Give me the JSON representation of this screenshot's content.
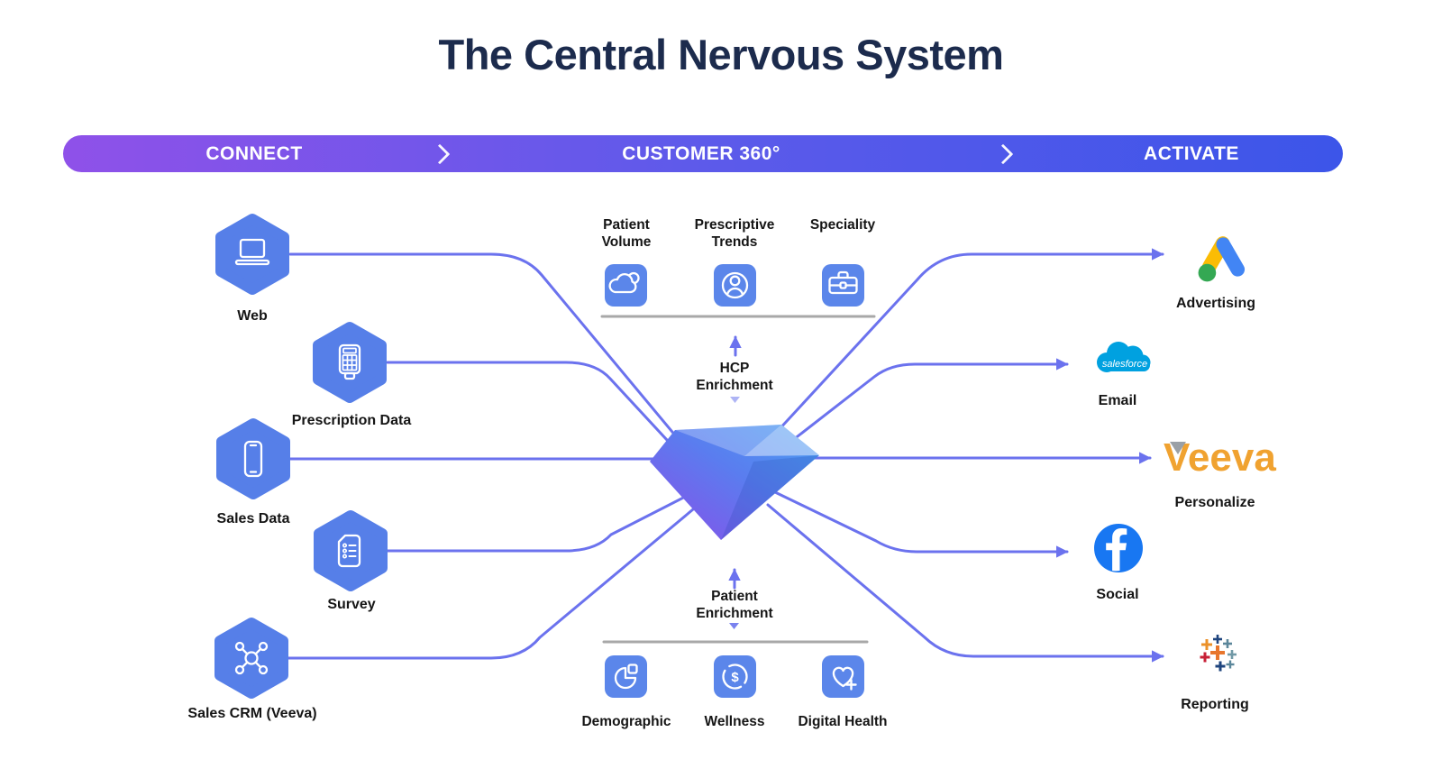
{
  "title": "The Central Nervous System",
  "banner": {
    "stages": [
      {
        "label": "CONNECT"
      },
      {
        "label": "CUSTOMER 360°"
      },
      {
        "label": "ACTIVATE"
      }
    ]
  },
  "connect": {
    "items": [
      {
        "label": "Web",
        "icon": "laptop-icon"
      },
      {
        "label": "Prescription Data",
        "icon": "pos-terminal-icon"
      },
      {
        "label": "Sales Data",
        "icon": "smartphone-icon"
      },
      {
        "label": "Survey",
        "icon": "survey-document-icon"
      },
      {
        "label": "Sales CRM (Veeva)",
        "icon": "network-hub-icon"
      }
    ]
  },
  "customer360": {
    "hcp_enrichment": "HCP Enrichment",
    "patient_enrichment": "Patient Enrichment",
    "hcp_attributes": [
      {
        "label": "Patient Volume",
        "icon": "cloud-icon"
      },
      {
        "label": "Prescriptive Trends",
        "icon": "person-circle-icon"
      },
      {
        "label": "Speciality",
        "icon": "briefcase-icon"
      }
    ],
    "patient_attributes": [
      {
        "label": "Demographic",
        "icon": "pie-chart-icon"
      },
      {
        "label": "Wellness",
        "icon": "dollar-circle-icon"
      },
      {
        "label": "Digital Health",
        "icon": "heart-plus-icon"
      }
    ]
  },
  "activate": {
    "items": [
      {
        "label": "Advertising",
        "icon": "google-ads-logo"
      },
      {
        "label": "Email",
        "icon": "salesforce-logo",
        "logo_text": "salesforce"
      },
      {
        "label": "Personalize",
        "icon": "veeva-logo",
        "logo_text": "Veeva"
      },
      {
        "label": "Social",
        "icon": "facebook-logo"
      },
      {
        "label": "Reporting",
        "icon": "tableau-logo"
      }
    ]
  },
  "colors": {
    "banner_gradient_from": "#8F51E9",
    "banner_gradient_to": "#3C55E9",
    "hexagon_blue": "#567FE8",
    "tile_blue": "#5B86EA",
    "connector_blue": "#6B72EE",
    "title_navy": "#1C2B4D",
    "gem_purple": "#8A4DE8",
    "gem_blue": "#4AA0F2",
    "salesforce_blue": "#00A1E0",
    "facebook_blue": "#1877F2",
    "veeva_orange": "#F0A230",
    "google_blue": "#4285F4",
    "google_yellow": "#FBBC04",
    "google_green": "#34A853",
    "divider_gray": "#A8A8A8"
  }
}
